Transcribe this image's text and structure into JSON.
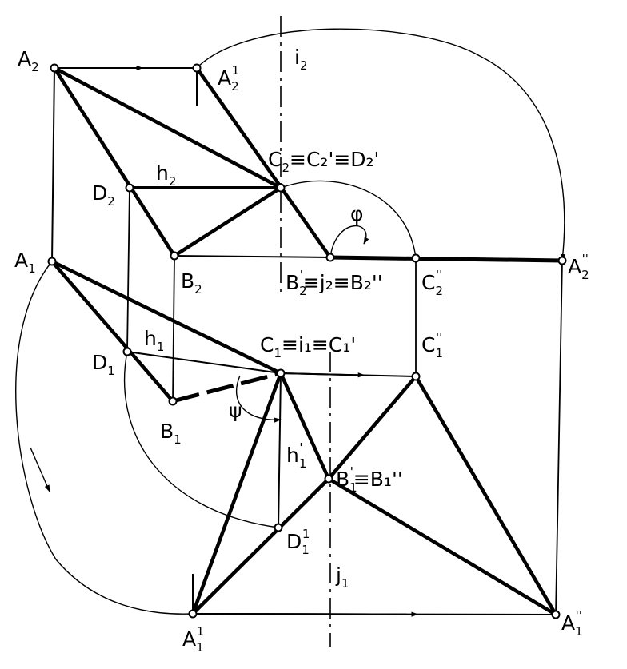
{
  "diagram": {
    "line_color": "#000000",
    "background": "#ffffff",
    "points": [
      {
        "id": "A2"
      },
      {
        "id": "A2p"
      },
      {
        "id": "C2"
      },
      {
        "id": "D2"
      },
      {
        "id": "B2"
      },
      {
        "id": "B2p"
      },
      {
        "id": "C2pp"
      },
      {
        "id": "A2pp"
      },
      {
        "id": "A1"
      },
      {
        "id": "D1"
      },
      {
        "id": "B1"
      },
      {
        "id": "C1"
      },
      {
        "id": "C1pp"
      },
      {
        "id": "B1p"
      },
      {
        "id": "D1p"
      },
      {
        "id": "A1p"
      },
      {
        "id": "A1pp"
      }
    ],
    "labels": [
      {
        "id": "A2",
        "base": "A",
        "sub": "2",
        "sup": "",
        "suffix": ""
      },
      {
        "id": "A2p",
        "base": "A",
        "sub": "2",
        "sup": "1",
        "suffix": ""
      },
      {
        "id": "i2",
        "base": "i",
        "sub": "2",
        "sup": "",
        "suffix": ""
      },
      {
        "id": "C2eq",
        "base": "C",
        "sub": "2",
        "sup": "",
        "suffix": "≡C₂'≡D₂'"
      },
      {
        "id": "h2",
        "base": "h",
        "sub": "2",
        "sup": "",
        "suffix": ""
      },
      {
        "id": "D2",
        "base": "D",
        "sub": "2",
        "sup": "",
        "suffix": ""
      },
      {
        "id": "phi2",
        "base": "φ",
        "sub": "",
        "sup": "",
        "suffix": ""
      },
      {
        "id": "A1",
        "base": "A",
        "sub": "1",
        "sup": "",
        "suffix": ""
      },
      {
        "id": "B2",
        "base": "B",
        "sub": "2",
        "sup": "",
        "suffix": ""
      },
      {
        "id": "B2eq",
        "base": "B",
        "sub": "2",
        "sup": "'",
        "suffix": "≡j₂≡B₂''"
      },
      {
        "id": "C2pp",
        "base": "C",
        "sub": "2",
        "sup": "''",
        "suffix": ""
      },
      {
        "id": "A2pp",
        "base": "A",
        "sub": "2",
        "sup": "''",
        "suffix": ""
      },
      {
        "id": "h1",
        "base": "h",
        "sub": "1",
        "sup": "",
        "suffix": ""
      },
      {
        "id": "C1eq",
        "base": "C",
        "sub": "1",
        "sup": "",
        "suffix": "≡i₁≡C₁'"
      },
      {
        "id": "C1pp",
        "base": "C",
        "sub": "1",
        "sup": "''",
        "suffix": ""
      },
      {
        "id": "D1",
        "base": "D",
        "sub": "1",
        "sup": "",
        "suffix": ""
      },
      {
        "id": "phi1",
        "base": "ψ",
        "sub": "",
        "sup": "",
        "suffix": ""
      },
      {
        "id": "B1",
        "base": "B",
        "sub": "1",
        "sup": "",
        "suffix": ""
      },
      {
        "id": "h1p",
        "base": "h",
        "sub": "1",
        "sup": "'",
        "suffix": ""
      },
      {
        "id": "B1eq",
        "base": "B",
        "sub": "1",
        "sup": "'",
        "suffix": "≡B₁''"
      },
      {
        "id": "D1p",
        "base": "D",
        "sub": "1",
        "sup": "1",
        "suffix": ""
      },
      {
        "id": "j1",
        "base": "j",
        "sub": "1",
        "sup": "",
        "suffix": ""
      },
      {
        "id": "A1p",
        "base": "A",
        "sub": "1",
        "sup": "1",
        "suffix": ""
      },
      {
        "id": "A1pp",
        "base": "A",
        "sub": "1",
        "sup": "''",
        "suffix": ""
      }
    ]
  }
}
